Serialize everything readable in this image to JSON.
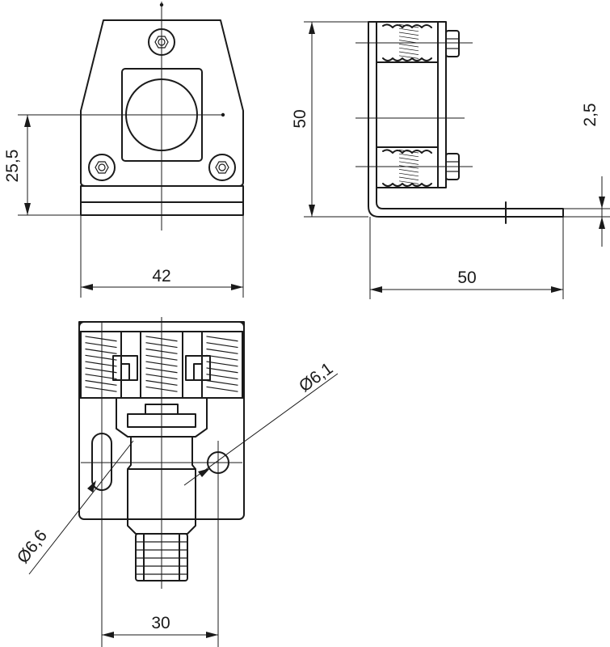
{
  "dimensions": {
    "front_height": "25,5",
    "front_width": "42",
    "side_height": "50",
    "side_thickness": "2,5",
    "side_length": "50",
    "bottom_hole_right": "Ø6,1",
    "bottom_hole_left": "Ø6,6",
    "bottom_hole_spacing": "30"
  },
  "colors": {
    "line": "#1a1a1a",
    "background": "#ffffff"
  }
}
